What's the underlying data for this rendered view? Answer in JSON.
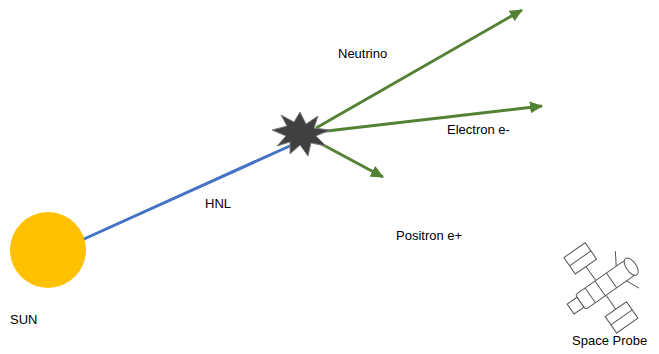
{
  "diagram": {
    "labels": [
      "Neutrino",
      "Electron e-",
      "HNL",
      "Positron e+",
      "SUN",
      "Space Probe"
    ]
  }
}
